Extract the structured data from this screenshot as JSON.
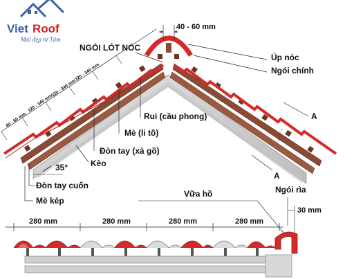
{
  "logo": {
    "brand_part1": "Viet",
    "brand_part2": "Roof",
    "tagline": "Mái đẹp từ Tâm",
    "colors": {
      "part1": "#3b5ea6",
      "part2": "#d62020",
      "tagline": "#3b5ea6"
    }
  },
  "labels": {
    "ridge_underlay": "NGÓI LÓT NÓC",
    "ridge_gap": "40 - 60 mm",
    "ridge_cap": "Úp nóc",
    "main_tile": "Ngói chính",
    "rafter_purlin": "Rui (cầu phong)",
    "batten": "Mè (li tô)",
    "beam": "Đòn tay (xà gồ)",
    "truss": "Kèo",
    "angle": "35°",
    "eave_beam": "Đòn tay cuốn",
    "double_batten": "Mè kép",
    "mortar": "Vữa hồ",
    "edge_tile": "Ngói rìa",
    "section_mark_top": "A",
    "section_mark_bottom": "A",
    "edge_offset": "30 mm",
    "slope_spacing": [
      "40 - 60 mm",
      "320 - 340 mm",
      "320 - 340 mm",
      "320 - 340 mm"
    ],
    "tile_spacing": [
      "280 mm",
      "280 mm",
      "280 mm",
      "280 mm"
    ]
  },
  "colors": {
    "tile_red": "#d42a2a",
    "batten_brown": "#8b4a33",
    "truss_grey": "#c9c9c9",
    "truss_grey_dark": "#a8a8a8",
    "line": "#222222",
    "tile_grey": "#dcdcdc"
  }
}
